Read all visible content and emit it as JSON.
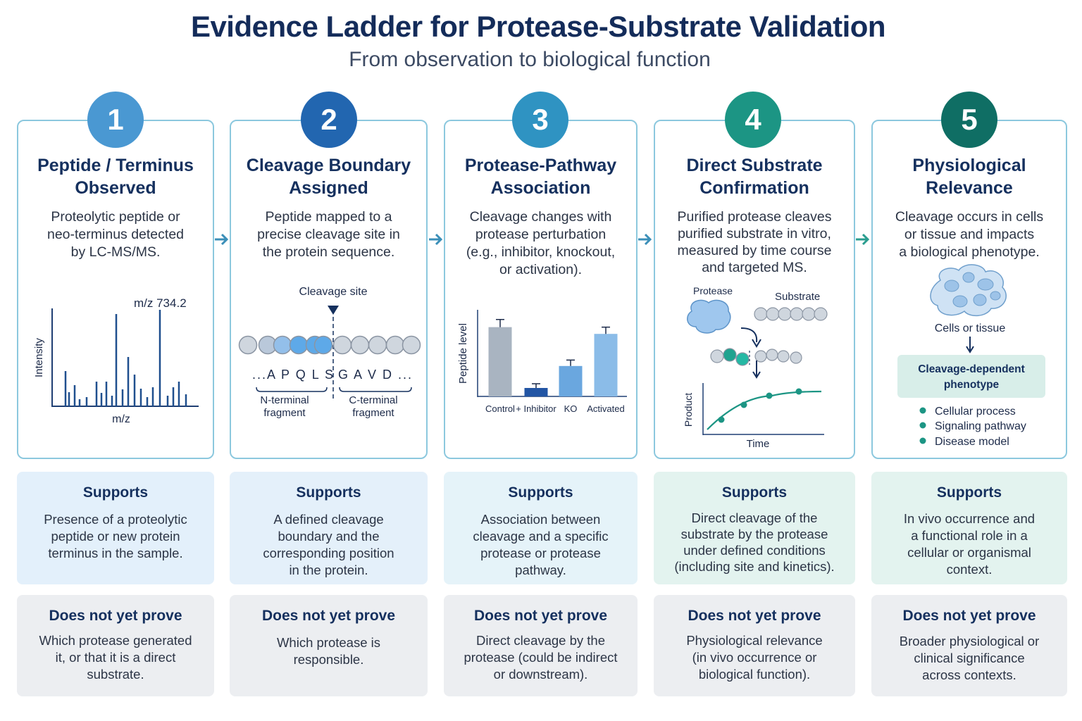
{
  "title": "Evidence Ladder for Protease-Substrate Validation",
  "subtitle": "From observation to biological function",
  "colors": {
    "step1": "#4a98d2",
    "step2": "#2266b0",
    "step3": "#2f93c2",
    "step4": "#1c9584",
    "step5": "#0f6e64",
    "border": "#8cc8de",
    "arrow": "#3b8fb8"
  },
  "steps": [
    {
      "number": "1",
      "title_line1": "Peptide / Terminus",
      "title_line2": "Observed",
      "desc": [
        "Proteolytic peptide or",
        "neo-terminus detected",
        "by LC-MS/MS."
      ],
      "visual": {
        "peak_label": "m/z 734.2",
        "ylabel": "Intensity",
        "xlabel": "m/z"
      },
      "supports_head": "Supports",
      "supports": [
        "Presence of a proteolytic",
        "peptide or new protein",
        "terminus in the sample."
      ],
      "notyet_head": "Does not yet prove",
      "notyet": [
        "Which protease generated",
        "it, or that it is a direct",
        "substrate."
      ]
    },
    {
      "number": "2",
      "title_line1": "Cleavage Boundary",
      "title_line2": "Assigned",
      "desc": [
        "Peptide mapped to a",
        "precise cleavage site in",
        "the protein sequence."
      ],
      "visual": {
        "site_label": "Cleavage site",
        "seq_left": "...A P Q L S",
        "seq_right": "G A V D ...",
        "n_frag_1": "N-terminal",
        "n_frag_2": "fragment",
        "c_frag_1": "C-terminal",
        "c_frag_2": "fragment"
      },
      "supports_head": "Supports",
      "supports": [
        "A defined cleavage",
        "boundary and the",
        "corresponding position",
        "in the protein."
      ],
      "notyet_head": "Does not yet prove",
      "notyet": [
        "Which protease is",
        "responsible."
      ]
    },
    {
      "number": "3",
      "title_line1": "Protease-Pathway",
      "title_line2": "Association",
      "desc": [
        "Cleavage changes with",
        "protease perturbation",
        "(e.g., inhibitor, knockout,",
        "or activation)."
      ],
      "visual": {
        "ylabel": "Peptide level"
      },
      "supports_head": "Supports",
      "supports": [
        "Association between",
        "cleavage and a specific",
        "protease or protease",
        "pathway."
      ],
      "notyet_head": "Does not yet prove",
      "notyet": [
        "Direct cleavage by the",
        "protease (could be indirect",
        "or downstream)."
      ]
    },
    {
      "number": "4",
      "title_line1": "Direct Substrate",
      "title_line2": "Confirmation",
      "desc": [
        "Purified protease cleaves",
        "purified substrate in vitro,",
        "measured by time course",
        "and targeted MS."
      ],
      "visual": {
        "protease_label": "Protease",
        "substrate_label": "Substrate",
        "ylabel": "Product",
        "xlabel": "Time"
      },
      "supports_head": "Supports",
      "supports": [
        "Direct cleavage of the",
        "substrate by the protease",
        "under defined conditions",
        "(including site and kinetics)."
      ],
      "notyet_head": "Does not yet prove",
      "notyet": [
        "Physiological relevance",
        "(in vivo occurrence or",
        "biological function)."
      ]
    },
    {
      "number": "5",
      "title_line1": "Physiological",
      "title_line2": "Relevance",
      "desc": [
        "Cleavage occurs in cells",
        "or tissue and impacts",
        "a biological phenotype."
      ],
      "visual": {
        "cells_label": "Cells or tissue",
        "phenotype_1": "Cleavage-dependent",
        "phenotype_2": "phenotype",
        "bullets": [
          "Cellular process",
          "Signaling pathway",
          "Disease model"
        ]
      },
      "supports_head": "Supports",
      "supports": [
        "In vivo occurrence and",
        "a functional role in a",
        "cellular or organismal",
        "context."
      ],
      "notyet_head": "Does not yet prove",
      "notyet": [
        "Broader physiological or",
        "clinical significance",
        "across contexts."
      ]
    }
  ],
  "chart_data": {
    "type": "bar",
    "categories": [
      "Control",
      "+ Inhibitor",
      "KO",
      "Activated"
    ],
    "values": [
      0.82,
      0.1,
      0.36,
      0.74
    ],
    "errors": [
      0.09,
      0.05,
      0.07,
      0.08
    ],
    "title": "",
    "xlabel": "",
    "ylabel": "Peptide level",
    "ylim": [
      0,
      1
    ],
    "colors": [
      "#a9b4c1",
      "#2255a4",
      "#6aa7df",
      "#8bbce8"
    ]
  }
}
